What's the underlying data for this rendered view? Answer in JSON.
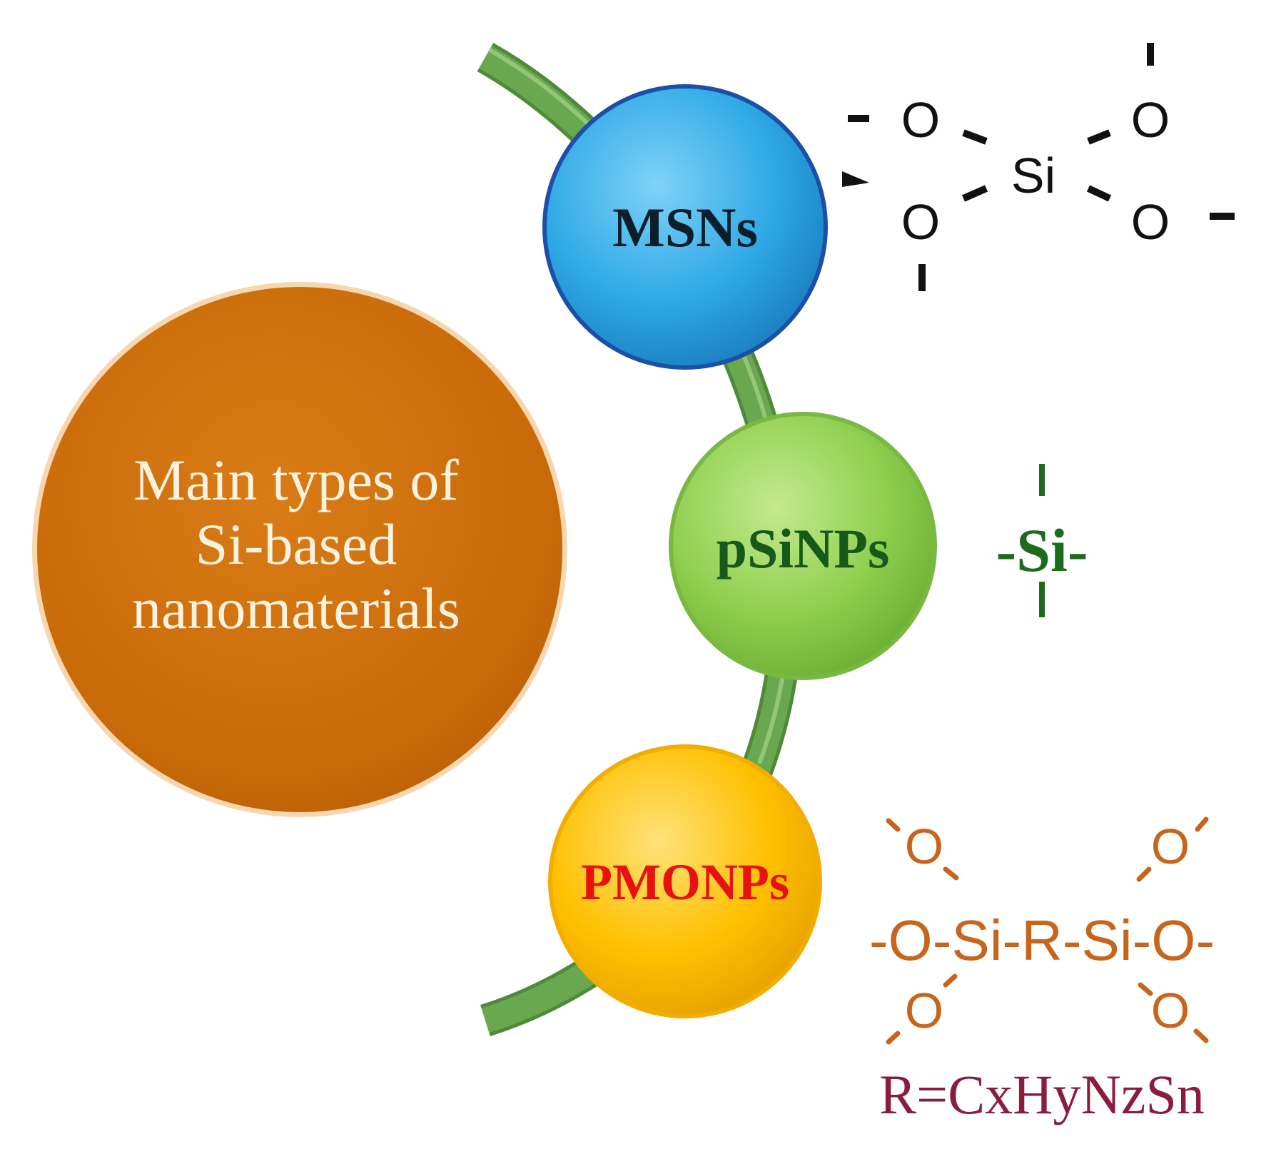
{
  "center": {
    "lines": [
      "Main types of",
      "Si-based",
      "nanomaterials"
    ],
    "color": "#cc6f0a",
    "text_color": "#fff3e0"
  },
  "nodes": [
    {
      "id": "msns",
      "label": "MSNs",
      "fill": "#2fa9e6",
      "text_color": "#0b1f2a"
    },
    {
      "id": "psinps",
      "label": "pSiNPs",
      "fill": "#8fcf4f",
      "text_color": "#17591a"
    },
    {
      "id": "pmonps",
      "label": "PMONPs",
      "fill": "#ffc000",
      "text_color": "#e8110f"
    }
  ],
  "arc_color": "#6aa84f",
  "structures": {
    "msns": {
      "atoms": [
        "O",
        "O",
        "Si",
        "O",
        "O"
      ],
      "color": "#111111"
    },
    "psinps": {
      "formula": "-Si-",
      "color": "#1e6b1e"
    },
    "pmonps": {
      "chain": "-O-Si-R-Si-O-",
      "atoms": [
        "O",
        "O",
        "O",
        "O"
      ],
      "footnote": "R=CxHyNzSn",
      "color": "#c8651c",
      "footnote_color": "#8a1c3c"
    }
  }
}
